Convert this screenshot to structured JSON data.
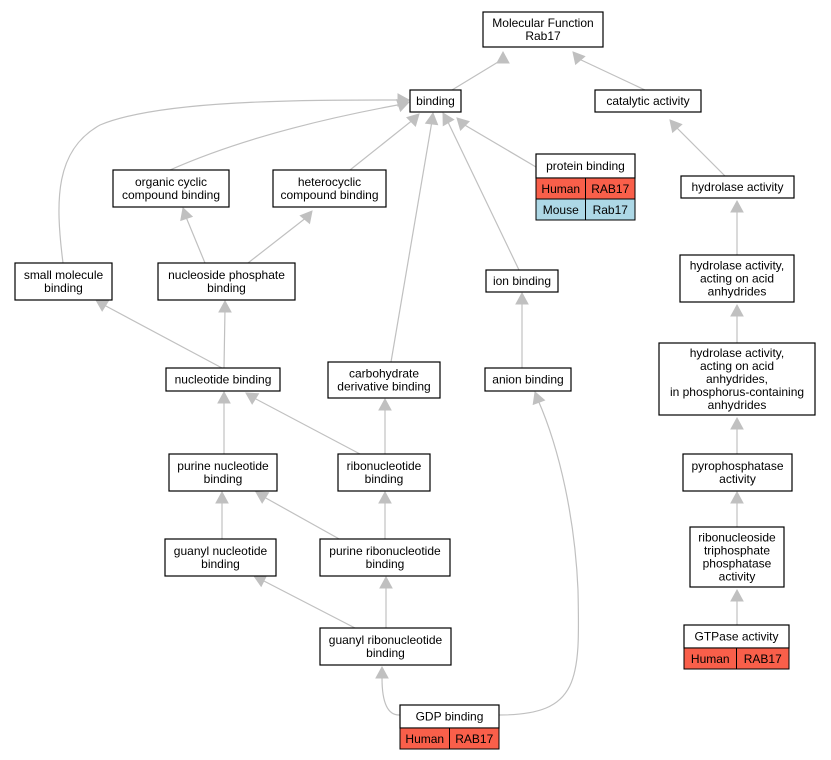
{
  "colors": {
    "human": "#f95f4a",
    "mouse": "#add8e6",
    "edge": "#c0c0c0"
  },
  "nodes": {
    "root": {
      "lines": [
        "Molecular Function",
        "Rab17"
      ]
    },
    "binding": {
      "lines": [
        "binding"
      ]
    },
    "catalytic": {
      "lines": [
        "catalytic activity"
      ]
    },
    "protein_binding": {
      "lines": [
        "protein binding"
      ],
      "rows": [
        {
          "species": "Human",
          "gene": "RAB17",
          "color": "#f95f4a"
        },
        {
          "species": "Mouse",
          "gene": "Rab17",
          "color": "#add8e6"
        }
      ]
    },
    "organic_cyclic": {
      "lines": [
        "organic cyclic",
        "compound binding"
      ]
    },
    "heterocyclic": {
      "lines": [
        "heterocyclic",
        "compound binding"
      ]
    },
    "hydrolase": {
      "lines": [
        "hydrolase activity"
      ]
    },
    "small_molecule": {
      "lines": [
        "small molecule",
        "binding"
      ]
    },
    "nucleoside_phosphate": {
      "lines": [
        "nucleoside phosphate",
        "binding"
      ]
    },
    "ion_binding": {
      "lines": [
        "ion binding"
      ]
    },
    "hydrolase_acid": {
      "lines": [
        "hydrolase activity,",
        "acting on acid",
        "anhydrides"
      ]
    },
    "nucleotide": {
      "lines": [
        "nucleotide binding"
      ]
    },
    "carbohydrate": {
      "lines": [
        "carbohydrate",
        "derivative binding"
      ]
    },
    "anion": {
      "lines": [
        "anion binding"
      ]
    },
    "hydrolase_phos": {
      "lines": [
        "hydrolase activity,",
        "acting on acid",
        "anhydrides,",
        "in phosphorus-containing",
        "anhydrides"
      ]
    },
    "purine_nucleotide": {
      "lines": [
        "purine nucleotide",
        "binding"
      ]
    },
    "ribonucleotide": {
      "lines": [
        "ribonucleotide",
        "binding"
      ]
    },
    "pyrophosphatase": {
      "lines": [
        "pyrophosphatase",
        "activity"
      ]
    },
    "guanyl_nucleotide": {
      "lines": [
        "guanyl nucleotide",
        "binding"
      ]
    },
    "purine_ribonucleotide": {
      "lines": [
        "purine ribonucleotide",
        "binding"
      ]
    },
    "ribonucleoside_tp": {
      "lines": [
        "ribonucleoside",
        "triphosphate",
        "phosphatase",
        "activity"
      ]
    },
    "guanyl_ribonucleotide": {
      "lines": [
        "guanyl ribonucleotide",
        "binding"
      ]
    },
    "gtpase": {
      "lines": [
        "GTPase activity"
      ],
      "rows": [
        {
          "species": "Human",
          "gene": "RAB17",
          "color": "#f95f4a"
        }
      ]
    },
    "gdp": {
      "lines": [
        "GDP binding"
      ],
      "rows": [
        {
          "species": "Human",
          "gene": "RAB17",
          "color": "#f95f4a"
        }
      ]
    }
  }
}
